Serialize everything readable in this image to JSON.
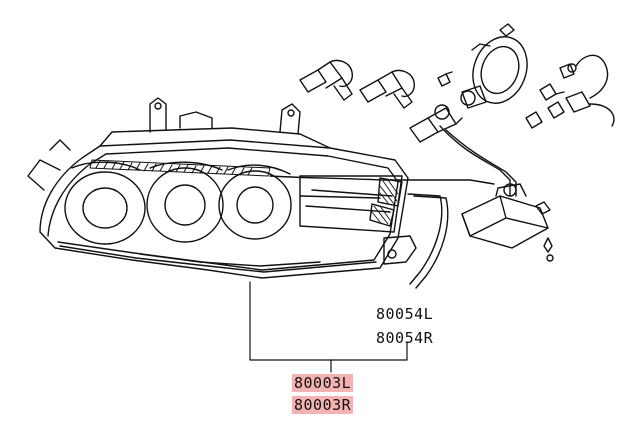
{
  "labels": {
    "wiring_left": "80054L",
    "wiring_right": "80054R",
    "headlamp_left": "80003L",
    "headlamp_right": "80003R"
  },
  "colors": {
    "line": "#111111",
    "highlight": "#f4b3b3",
    "background": "#ffffff"
  }
}
